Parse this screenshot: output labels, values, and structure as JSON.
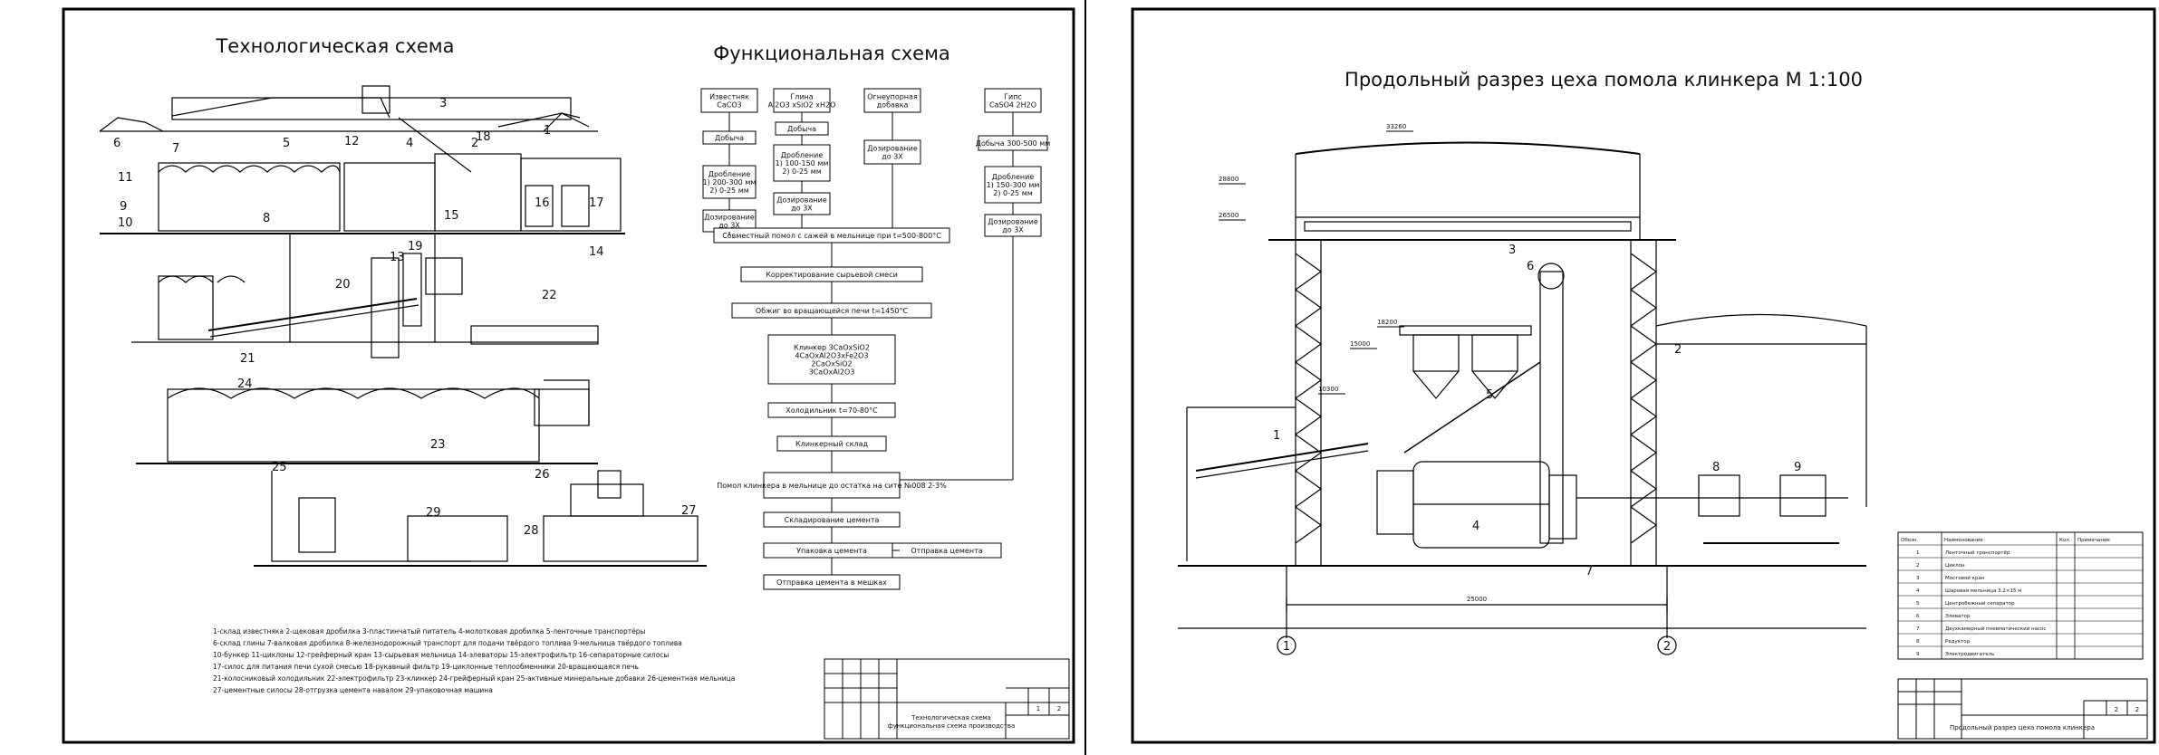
{
  "sheet1": {
    "title_left": "Технологическая схема",
    "title_right": "Функциональная схема",
    "tech_labels": [
      "1",
      "2",
      "3",
      "4",
      "5",
      "6",
      "7",
      "8",
      "9",
      "10",
      "11",
      "12",
      "13",
      "14",
      "15",
      "16",
      "17",
      "18",
      "19",
      "20",
      "21",
      "22",
      "23",
      "24",
      "25",
      "26",
      "27",
      "28",
      "29"
    ],
    "func_inputs": [
      {
        "name": "Известняк\nCaCO3",
        "dose": "Дозирование\nдо 3Х"
      },
      {
        "name": "Глина\nAl2O3 xSiO2 xH2O",
        "dose": "Дозирование\nдо 3Х"
      },
      {
        "name": "Огнеупорная\nдобавка",
        "dose": "Дозирование\nдо 3Х"
      },
      {
        "name": "Гипс\nCaSO4 2H2O",
        "dose": "Дозирование\nдо 3Х"
      }
    ],
    "func_mining": [
      "Добыча",
      "Добыча",
      "Добыча 300-500 мм"
    ],
    "func_crush": [
      "Дробление\n1) 200-300 мм\n2) 0-25 мм",
      "Дробление\n1) 100-150 мм\n2) 0-25 мм",
      "Дробление\n1) 150-300 мм\n2) 0-25 мм"
    ],
    "func_chain": [
      "Совместный помол с сажей в мельнице при t=500-800°C",
      "Корректирование сырьевой смеси",
      "Обжиг во вращающейся печи t=1450°C",
      "Клинкер 3CaOxSiO2\n4CaOxAl2O3xFe2O3\n2CaOxSiO2\n3CaOxAl2O3",
      "Холодильник t=70-80°C",
      "Клинкерный склад",
      "Помол клинкера в мельнице до остатка на сите №008 2-3%",
      "Складирование цемента",
      "Упаковка цемента",
      "Отправка цемента в мешках"
    ],
    "func_side": "Отправка цемента",
    "legend": [
      "1-склад известняка 2-щековая дробилка 3-пластинчатый питатель 4-молотковая дробилка 5-ленточные транспортёры",
      "6-склад глины 7-валковая дробилка 8-железнодорожный транспорт для подачи твёрдого топлива 9-мельница твёрдого топлива",
      "10-бункер 11-циклоны 12-грейферный кран 13-сырьевая мельница 14-элеваторы 15-электрофильтр 16-сепараторные силосы",
      "17-силос для питания печи сухой смесью 18-рукавный фильтр 19-циклонные теплообменники 20-вращающаяся печь",
      "21-колосниковый холодильник 22-электрофильтр 23-клинкер 24-грейферный кран 25-активные минеральные добавки 26-цементная мельница",
      "27-цементные силосы 28-отгрузка цемента навалом 29-упаковочная машина"
    ],
    "stamp_caption": "Технологическая схема\nфункциональная схема производства",
    "stamp_sheet": "1",
    "stamp_sheets": "2"
  },
  "sheet2": {
    "title": "Продольный разрез цеха помола клинкера М 1:100",
    "elevations": [
      "33260",
      "28800",
      "26500",
      "18200",
      "15000",
      "10300"
    ],
    "part_labels": [
      "1",
      "2",
      "3",
      "4",
      "5",
      "6",
      "7",
      "8",
      "9"
    ],
    "dimension": "25000",
    "axis_labels": [
      "1",
      "2"
    ],
    "table_headers": [
      "Обозн.",
      "Наименование",
      "Кол.",
      "Примечание"
    ],
    "table_rows": [
      {
        "pos": "1",
        "name": "Ленточный транспортёр"
      },
      {
        "pos": "2",
        "name": "Циклон"
      },
      {
        "pos": "3",
        "name": "Мостовой кран"
      },
      {
        "pos": "4",
        "name": "Шаровая мельница 3,2×15 м"
      },
      {
        "pos": "5",
        "name": "Центробежный сепаратор"
      },
      {
        "pos": "6",
        "name": "Элеватор"
      },
      {
        "pos": "7",
        "name": "Двухкамерный пневматический насос"
      },
      {
        "pos": "8",
        "name": "Редуктор"
      },
      {
        "pos": "9",
        "name": "Электродвигатель"
      }
    ],
    "stamp_caption": "Продольный разрез цеха помола клинкера",
    "stamp_sheet": "2",
    "stamp_sheets": "2"
  }
}
